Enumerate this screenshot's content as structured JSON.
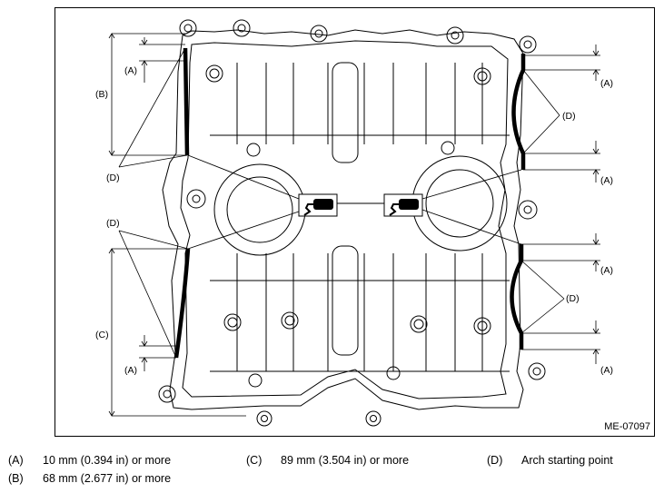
{
  "figure": {
    "id": "ME-07097"
  },
  "labels": {
    "A": "(A)",
    "B": "(B)",
    "C": "(C)",
    "D": "(D)"
  },
  "legend": [
    {
      "code": "(A)",
      "text": "10 mm (0.394 in) or more"
    },
    {
      "code": "(B)",
      "text": "68 mm (2.677 in) or more"
    },
    {
      "code": "(C)",
      "text": "89 mm (3.504 in) or more"
    },
    {
      "code": "(D)",
      "text": "Arch starting point"
    }
  ]
}
